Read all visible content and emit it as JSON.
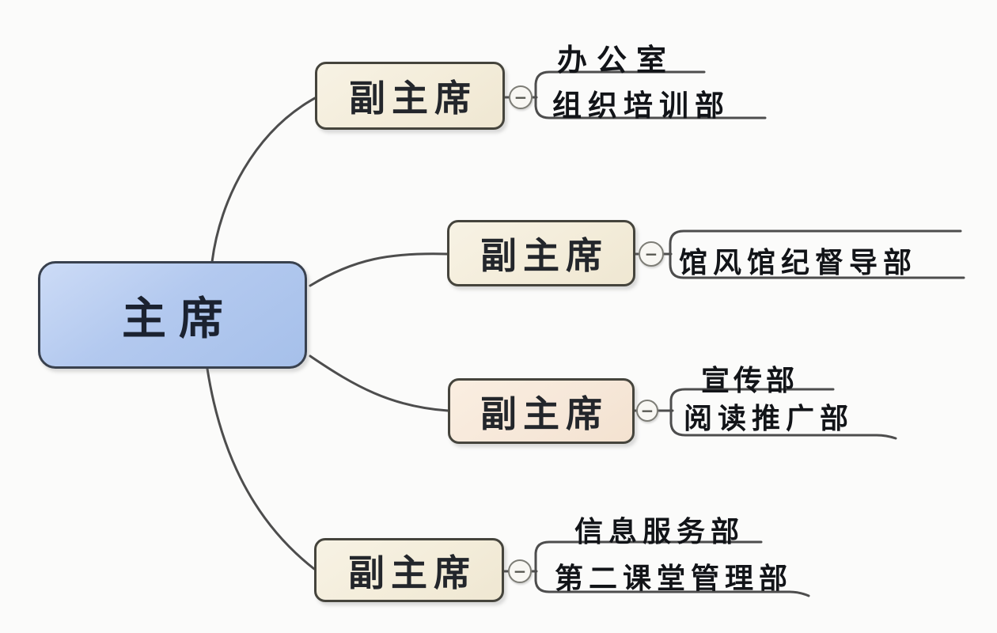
{
  "root": {
    "label": "主席"
  },
  "branches": [
    {
      "label": "副主席",
      "children": [
        {
          "label": "办公室"
        },
        {
          "label": "组织培训部"
        }
      ]
    },
    {
      "label": "副主席",
      "children": [
        {
          "label": "馆风馆纪督导部"
        }
      ]
    },
    {
      "label": "副主席",
      "children": [
        {
          "label": "宣传部"
        },
        {
          "label": "阅读推广部"
        }
      ]
    },
    {
      "label": "副主席",
      "children": [
        {
          "label": "信息服务部"
        },
        {
          "label": "第二课堂管理部"
        }
      ]
    }
  ],
  "toggle_glyph": "−",
  "colors": {
    "background": "#fbfbfa",
    "root_fill": "#b3c9ef",
    "root_border": "#39414e",
    "branch_fill": "#f3ecd9",
    "branch3_fill": "#f6e7d8",
    "branch_border": "#45443c",
    "line": "#4d4d4d",
    "text": "#121418"
  }
}
